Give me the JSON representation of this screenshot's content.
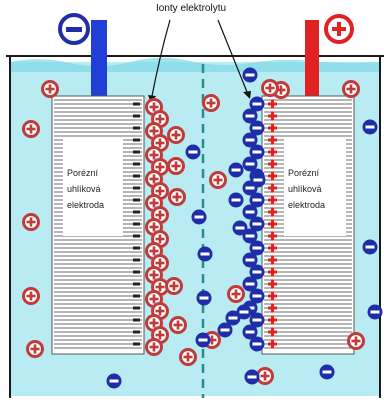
{
  "top_label": "Ionty elektrolytu",
  "left_electrode": {
    "line1": "Porézní",
    "line2": "uhlíková",
    "line3": "elektroda"
  },
  "right_electrode": {
    "line1": "Porézní",
    "line2": "uhlíková",
    "line3": "elektroda"
  },
  "colors": {
    "electrolyte": "#b8ebf2",
    "electrolyte_surface": "#7fd8e6",
    "container_stroke": "#1a1a1a",
    "electrode_fill": "#ffffff",
    "electrode_lines": "#6e6e6e",
    "separator": "#2a8c8c",
    "negative_terminal": "#1f3fd6",
    "positive_terminal": "#e02222",
    "cation_ring": "#c23a3a",
    "anion_fill": "#1f2ea8"
  },
  "icons": {
    "negative_symbol": "minus-circle-icon",
    "positive_symbol": "plus-circle-icon",
    "cation": "cation-plus-icon",
    "anion": "anion-minus-icon"
  }
}
